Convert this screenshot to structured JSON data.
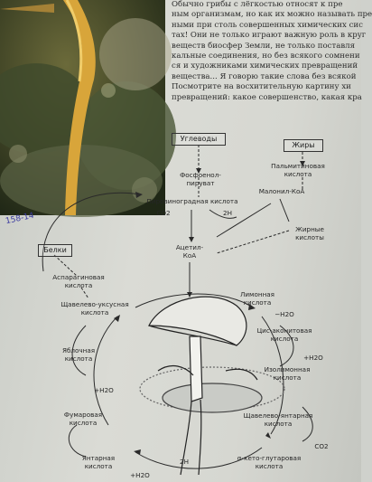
{
  "page": {
    "body_lines": [
      "Обычно грибы с лёгкостью относят к пре",
      "ным организмам, но как их можно называть пре",
      "ными при столь совершенных химических сис",
      "тах! Они не только играют важную роль в круг",
      "веществ биосфер Земли, не только поставля",
      "кальные соединения, но без всякого сомнени",
      "ся и художниками химических превращений",
      "вещества... Я говорю такие слова без всякой",
      "Посмотрите на восхитительную картину хи",
      "превращений: какое совершенство, какая кра"
    ],
    "pencil_note": "158-14"
  },
  "diagram": {
    "boxes": {
      "carbs": "Углеводы",
      "fats": "Жиры",
      "proteins": "Белки"
    },
    "labels": {
      "pep": "Фосфоенол-\nпируват",
      "palmitic": "Пальмитиновая\nкислота",
      "pyruvic": "Пировиноградная кислота",
      "malonyl": "Малонил-КоА",
      "co2_top": "CO2",
      "h2_top": "2H",
      "fatty": "Жирные\nкислоты",
      "acetyl": "Ацетил-\nКоА",
      "aspartic": "Аспарагиновая\nкислота",
      "oxaloacetic": "Щавелево-уксусная\nкислота",
      "citric": "Лимонная\nкислота",
      "minus_water": "−H2O",
      "malic": "Яблочная\nкислота",
      "cis_aconitic": "Цис-аконитовая\nкислота",
      "plus_water_left": "+H2O",
      "plus_water_right": "+H2O",
      "fumaric": "Фумаровая\nкислота",
      "isocitric": "Изолимонная\nкислота",
      "oxalosuccinic": "Щавелево-янтарная\nкислота",
      "co2_bottom": "CO2",
      "succinic": "Янтарная\nкислота",
      "h2_bottom": "2H",
      "ketoglutaric": "α-кето-глутаровая\nкислота",
      "plus_water_bottom": "+H2O"
    }
  }
}
